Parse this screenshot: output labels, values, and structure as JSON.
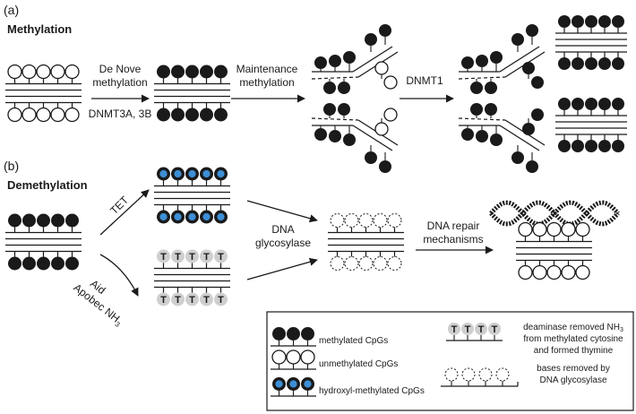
{
  "panels": {
    "a": {
      "letter": "(a)",
      "title": "Methylation"
    },
    "b": {
      "letter": "(b)",
      "title": "Demethylation"
    }
  },
  "methylation": {
    "step1_label_line1": "De Nove",
    "step1_label_line2": "methylation",
    "step1_enzyme": "DNMT3A, 3B",
    "step2_label_line1": "Maintenance",
    "step2_label_line2": "methylation",
    "step3_label": "DNMT1"
  },
  "demethylation": {
    "tet_label": "TET",
    "aid_label": "Aid",
    "apobec_label": "Apobec",
    "nh3_label": "NH",
    "nh3_sub": "3",
    "glycosylase_line1": "DNA",
    "glycosylase_line2": "glycosylase",
    "repair_line1": "DNA repair",
    "repair_line2": "mechanisms"
  },
  "legend": {
    "methylated": "methylated CpGs",
    "unmethylated": "unmethylated CpGs",
    "hydroxyl": "hydroxyl-methylated CpGs",
    "deaminase_line1": "deaminase removed NH",
    "deaminase_sub": "3",
    "deaminase_line2": "from methylated cytosine",
    "deaminase_line3": "and formed thymine",
    "glyco_line1": "bases removed by",
    "glyco_line2": "DNA glycosylase",
    "thymine_glyph": "T"
  },
  "colors": {
    "ink": "#1a1a1a",
    "hydroxyl_fill": "#3d8fd6",
    "thymine_fill": "#cfcfcf"
  }
}
